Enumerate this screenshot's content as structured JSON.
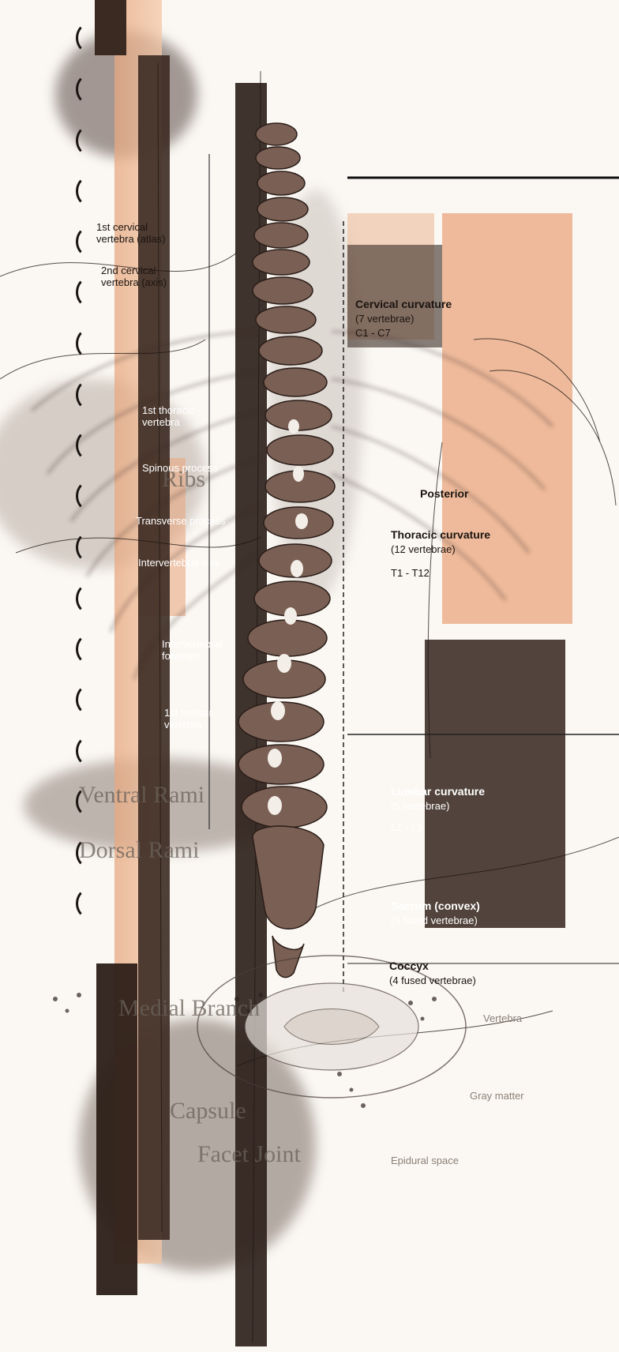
{
  "colors": {
    "paper": "#fbf8f3",
    "peach": "#e8b08a",
    "dark_brown": "#3b2a22",
    "bone": "#8a7064"
  },
  "icons": {
    "binding": "spiral-binding-icon",
    "spine": "vertebral-column-illustration",
    "cross_section": "spinal-cross-section-illustration"
  },
  "labels": {
    "first_cervical": "1st cervical\nvertebra (atlas)",
    "second_cervical": "2nd cervical\nvertebra (axis)",
    "first_thoracic": "1st thoracic\nvertebra",
    "spinous_process": "Spinous process",
    "transverse_process": "Transverse process",
    "intervertebral_disk": "Intervertebral disk",
    "intervertebral_foramen": "Intervertebral\nforamen",
    "first_lumbar": "1st lumbar\nvertebra",
    "cervical_curvature": "Cervical curvature",
    "cervical_count": "(7 vertebrae)",
    "cervical_range": "C1 - C7",
    "posterior": "Posterior",
    "thoracic_curvature": "Thoracic curvature",
    "thoracic_count": "(12 vertebrae)",
    "thoracic_range": "T1 - T12",
    "lumbar_curvature": "Lumbar curvature",
    "lumbar_count": "(5 vertebrae)",
    "lumbar_range": "L1 - L5",
    "sacrum": "Sacrum (convex)",
    "sacrum_count": "(5 fused vertebrae)",
    "coccyx": "Coccyx",
    "coccyx_count": "(4 fused vertebrae)"
  },
  "background_text": {
    "ribs": "Ribs",
    "ventral_rami": "Ventral Rami",
    "dorsal_rami": "Dorsal Rami",
    "medial_branch": "Medial Branch",
    "facet_joint": "Facet Joint",
    "capsule": "Capsule",
    "gray_matter": "Gray matter",
    "epidural_space": "Epidural space",
    "vertebra": "Vertebra"
  }
}
